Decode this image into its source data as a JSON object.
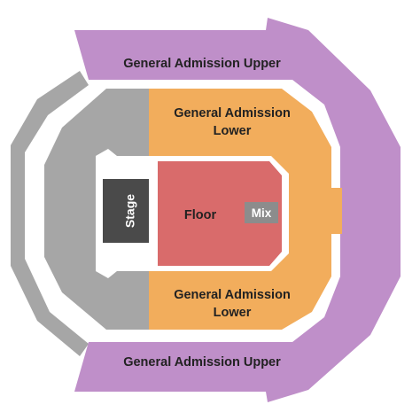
{
  "sections": {
    "ga_upper_top": {
      "label": "General Admission Upper"
    },
    "ga_upper_bottom": {
      "label": "General Admission Upper"
    },
    "ga_lower_top": {
      "label_line1": "General Admission",
      "label_line2": "Lower"
    },
    "ga_lower_bottom": {
      "label_line1": "General Admission",
      "label_line2": "Lower"
    },
    "floor": {
      "label": "Floor"
    },
    "stage": {
      "label": "Stage"
    },
    "mix": {
      "label": "Mix"
    }
  },
  "colors": {
    "upper": "#bf8fc9",
    "lower": "#f2ad5c",
    "floor": "#d96b6b",
    "stage": "#4a4a4a",
    "mix": "#8c8c8c",
    "unavailable": "#a6a6a6",
    "background": "#ffffff"
  }
}
